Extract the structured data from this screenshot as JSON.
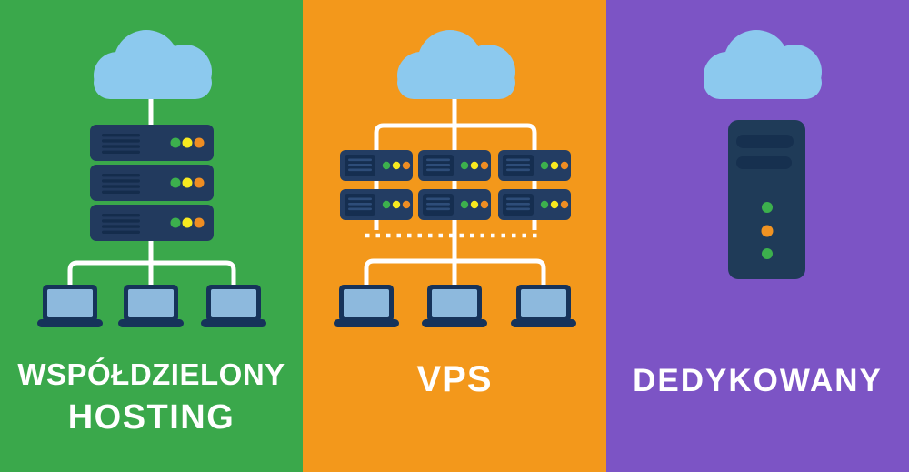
{
  "infographic": {
    "panels": [
      {
        "name": "shared-hosting",
        "label_line1": "WSPÓŁDZIELONY",
        "label_line2": "HOSTING",
        "background": "#3aa84b"
      },
      {
        "name": "vps",
        "label": "VPS",
        "background": "#f3981b"
      },
      {
        "name": "dedicated",
        "label": "DEDYKOWANY",
        "background": "#7c54c5"
      }
    ],
    "colors": {
      "cloud_blue": "#8cc9ee",
      "server_navy": "#223a5e",
      "server_detail_navy": "#142c4c",
      "vps_unit_navy": "#233d63",
      "vps_unit_inner_navy": "#152e50",
      "laptop_screen_blue": "#8db9dd",
      "laptop_frame_navy": "#16335a",
      "tower_navy": "#1f3b58",
      "tower_bar_navy": "#16304f",
      "connector_white": "#ffffff",
      "led_green": "#3cb04d",
      "led_yellow": "#f7e91f",
      "led_orange": "#ee8d23"
    }
  }
}
